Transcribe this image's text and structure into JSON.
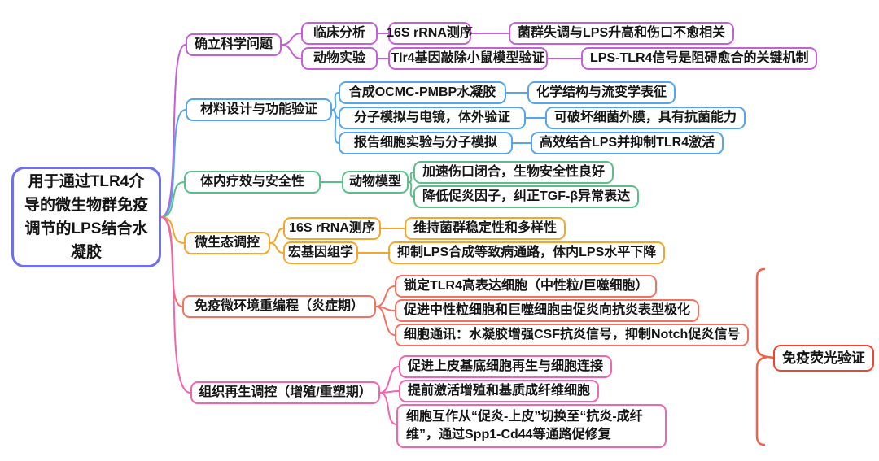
{
  "root": {
    "label": "用于通过TLR4介导的微生物群免疫调节的LPS结合水凝胶",
    "border_color": "#6f6ff0"
  },
  "branches": [
    {
      "label": "确立科学问题",
      "color": "#c45fd8",
      "rows": [
        {
          "nodes": [
            "临床分析",
            "16S rRNA测序",
            "菌群失调与LPS升高和伤口不愈相关"
          ]
        },
        {
          "nodes": [
            "动物实验",
            "Tlr4基因敲除小鼠模型验证",
            "LPS-TLR4信号是阻碍愈合的关键机制"
          ]
        }
      ]
    },
    {
      "label": "材料设计与功能验证",
      "color": "#55a5ec",
      "rows": [
        {
          "nodes": [
            "合成OCMC-PMBP水凝胶",
            "化学结构与流变学表征"
          ]
        },
        {
          "nodes": [
            "分子模拟与电镜，体外验证",
            "可破坏细菌外膜，具有抗菌能力"
          ]
        },
        {
          "nodes": [
            "报告细胞实验与分子模拟",
            "高效结合LPS并抑制TLR4激活"
          ]
        }
      ]
    },
    {
      "label": "体内疗效与安全性",
      "color": "#5cbf8a",
      "rows": [
        {
          "nodes": [
            "动物模型",
            "加速伤口闭合，生物安全性良好"
          ]
        },
        {
          "nodes": [
            "降低促炎因子，纠正TGF-β异常表达"
          ]
        }
      ]
    },
    {
      "label": "微生态调控",
      "color": "#f5a62a",
      "rows": [
        {
          "nodes": [
            "16S rRNA测序",
            "维持菌群稳定性和多样性"
          ]
        },
        {
          "nodes": [
            "宏基因组学",
            "抑制LPS合成等致病通路，体内LPS水平下降"
          ]
        }
      ]
    },
    {
      "label": "免疫微环境重编程（炎症期）",
      "color": "#f4705f",
      "rows": [
        {
          "nodes": [
            "锁定TLR4高表达细胞（中性粒/巨噬细胞）"
          ]
        },
        {
          "nodes": [
            "促进中性粒细胞和巨噬细胞由促炎向抗炎表型极化"
          ]
        },
        {
          "nodes": [
            "细胞通讯：水凝胶增强CSF抗炎信号，抑制Notch促炎信号"
          ]
        }
      ]
    },
    {
      "label": "组织再生调控（增殖/重塑期）",
      "color": "#f364ae",
      "rows": [
        {
          "nodes": [
            "促进上皮基底细胞再生与细胞连接"
          ]
        },
        {
          "nodes": [
            "提前激活增殖和基质成纤维细胞"
          ]
        },
        {
          "nodes": [
            "细胞互作从“促炎-上皮”切换至“抗炎-成纤维”，通过Spp1-Cd44等通路促修复"
          ]
        }
      ]
    }
  ],
  "annotation": {
    "label": "免疫荧光验证",
    "color": "#f4432e"
  }
}
